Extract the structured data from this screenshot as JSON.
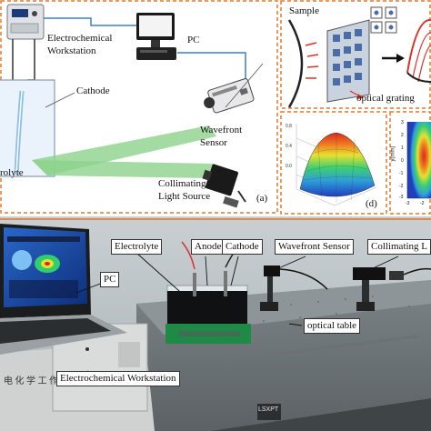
{
  "schematic": {
    "labels": {
      "pc": "PC",
      "workstation_line1": "Electrochemical",
      "workstation_line2": "Workstation",
      "cathode": "Cathode",
      "electrolyte": "rolyte",
      "wavefront_line1": "Wavefront",
      "wavefront_line2": "Sensor",
      "source_line1": "Collimating",
      "source_line2": "Light Source",
      "panel_a": "(a)"
    }
  },
  "grating_panel": {
    "labels": {
      "sample": "Sample",
      "optical_grating": "optical grating"
    }
  },
  "surface_plot": {
    "panel_label": "(d)",
    "colors": [
      "#1f3fbf",
      "#2f9fd8",
      "#3fcf6f",
      "#e8e030",
      "#ef7a22",
      "#d62a1e"
    ]
  },
  "contour_plot": {
    "y_axis_label": "y(mm)",
    "y_ticks": [
      "3",
      "2",
      "1",
      "0",
      "-1",
      "-2",
      "-3"
    ],
    "x_ticks": [
      "-3",
      "-2"
    ]
  },
  "photo": {
    "labels": {
      "electrolyte": "Electrolyte",
      "anode": "Anode",
      "cathode": "Cathode",
      "wavefront_sensor": "Wavefront Sensor",
      "collimating": "Collimating L",
      "pc": "PC",
      "optical_table": "optical table",
      "workstation": "Electrochemical Workstation"
    },
    "equipment_text": "电 化 学 工 作 站",
    "table_badge": "LSXPT"
  },
  "colors": {
    "frame": "#e1782e",
    "beam": "#8cd28c",
    "accent_red": "#d8322a"
  }
}
